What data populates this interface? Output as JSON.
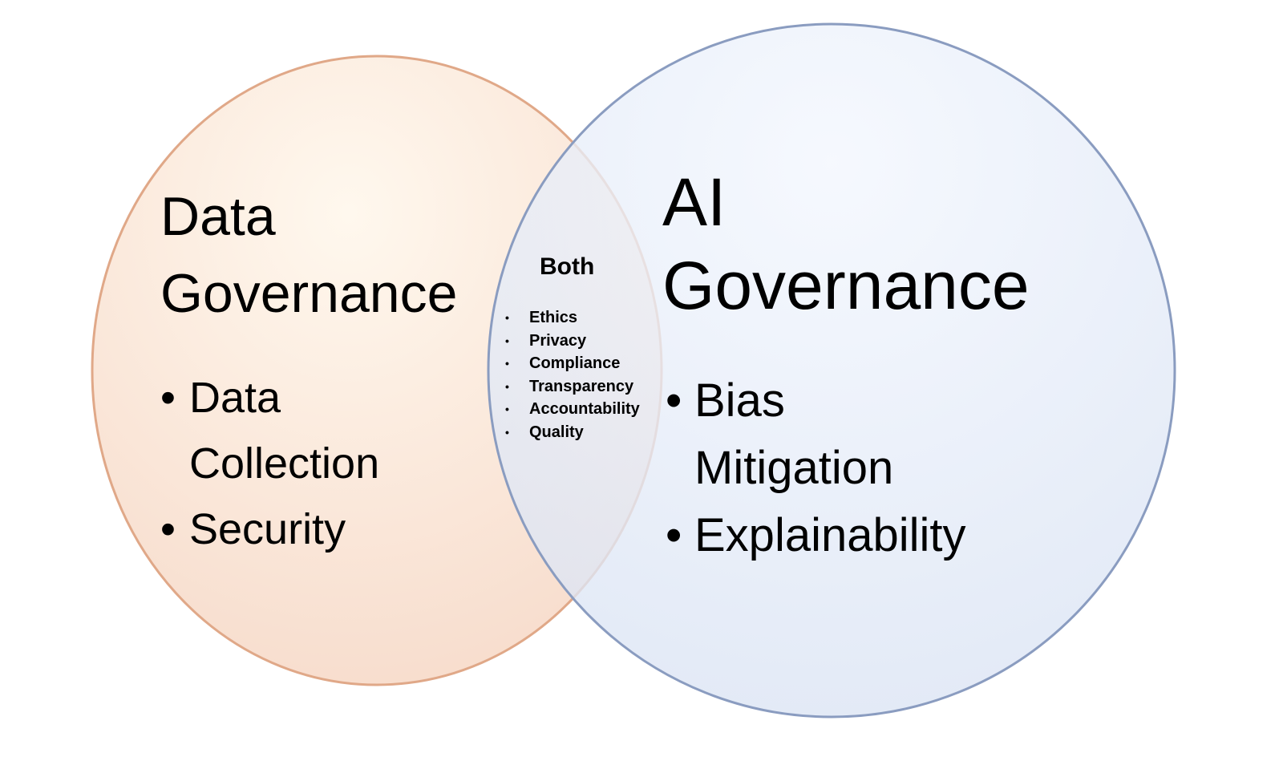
{
  "left": {
    "title_lines": [
      "Data",
      "Governance"
    ],
    "items": [
      "Data Collection",
      "Security"
    ],
    "color": "#f8d8c4"
  },
  "right": {
    "title_lines": [
      "AI",
      "Governance"
    ],
    "items": [
      "Bias Mitigation",
      "Explainability"
    ],
    "color": "#dfe8f7"
  },
  "overlap": {
    "title": "Both",
    "items": [
      "Ethics",
      "Privacy",
      "Compliance",
      "Transparency",
      "Accountability",
      "Quality"
    ]
  }
}
